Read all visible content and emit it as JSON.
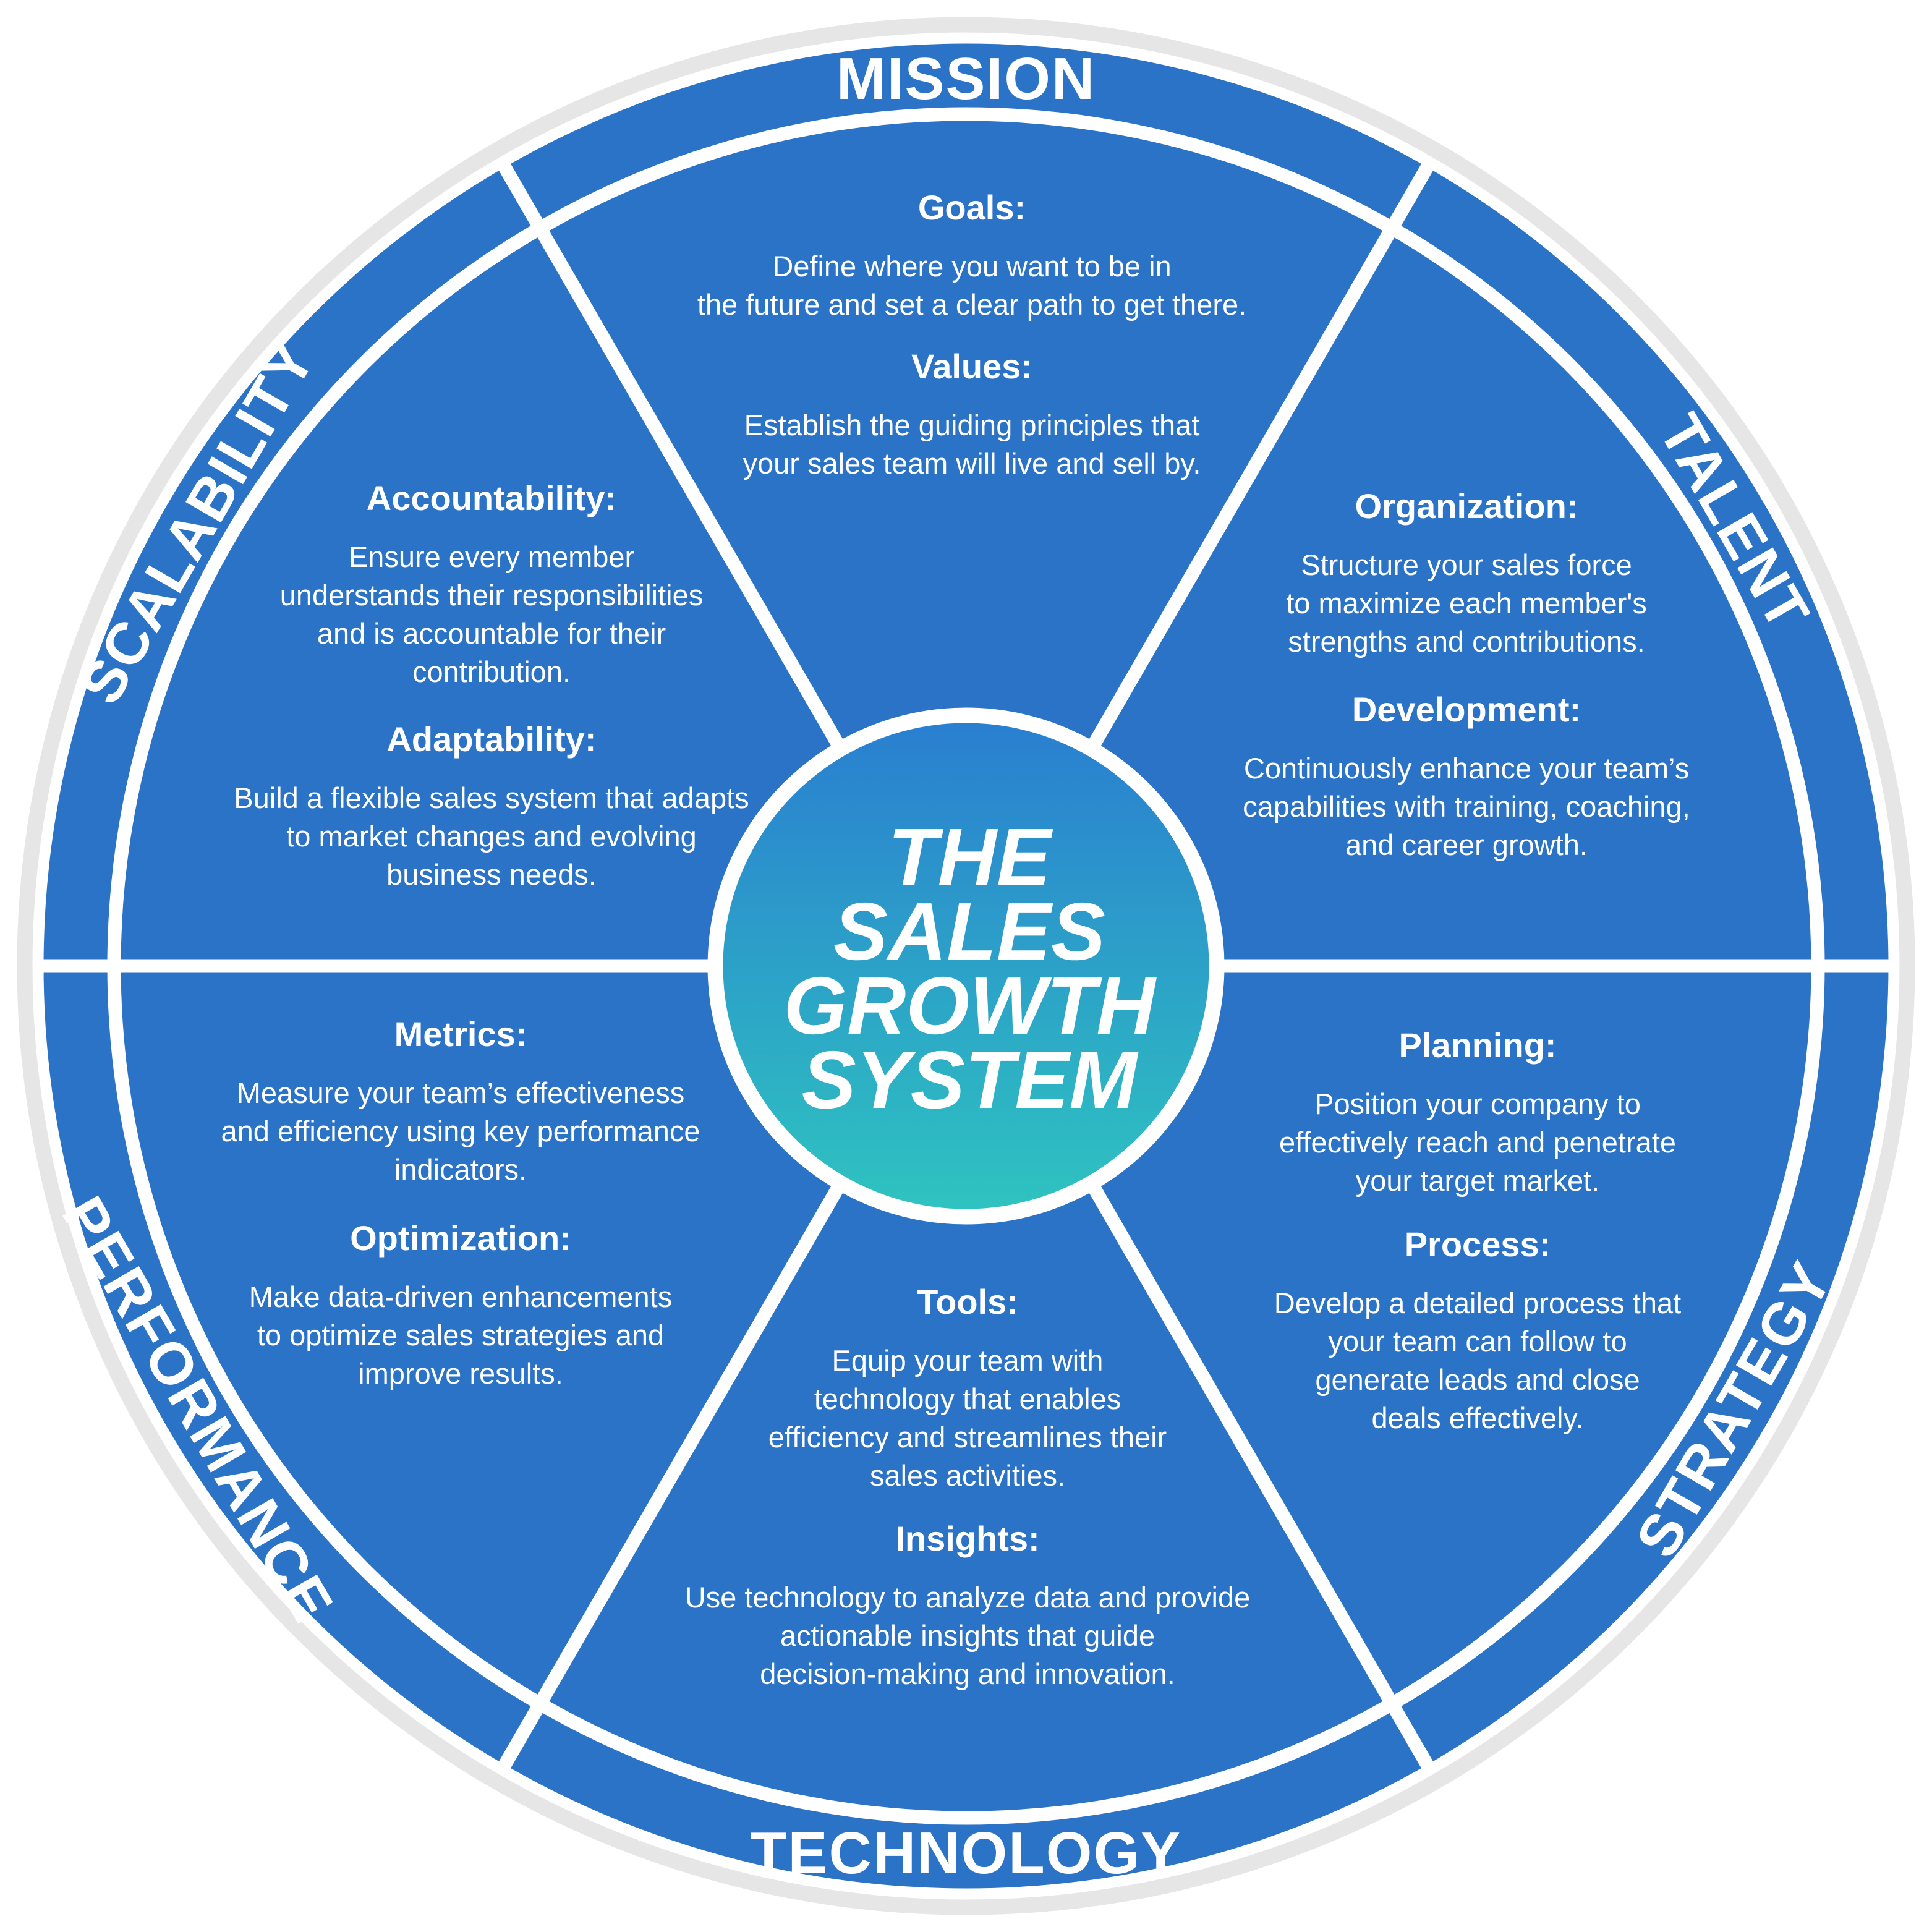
{
  "center": {
    "lines": [
      "THE",
      "SALES",
      "GROWTH",
      "SYSTEM"
    ]
  },
  "ring_labels": [
    "MISSION",
    "TALENT",
    "STRATEGY",
    "TECHNOLOGY",
    "PERFORMANCE",
    "SCALABILITY"
  ],
  "segments": [
    {
      "id": "mission",
      "blocks": [
        {
          "heading": "Goals:",
          "lines": [
            "Define where you want to be in",
            "the future and set a clear path to get there."
          ]
        },
        {
          "heading": "Values:",
          "lines": [
            "Establish the guiding principles that",
            "your sales team will live and sell by."
          ]
        }
      ]
    },
    {
      "id": "talent",
      "blocks": [
        {
          "heading": "Organization:",
          "lines": [
            "Structure your sales force",
            "to maximize each member's",
            "strengths and contributions."
          ]
        },
        {
          "heading": "Development:",
          "lines": [
            "Continuously enhance your team’s",
            "capabilities with training, coaching,",
            "and career growth."
          ]
        }
      ]
    },
    {
      "id": "strategy",
      "blocks": [
        {
          "heading": "Planning:",
          "lines": [
            "Position your company to",
            "effectively reach and penetrate",
            "your target market."
          ]
        },
        {
          "heading": "Process:",
          "lines": [
            "Develop a detailed process that",
            "your team can follow to",
            "generate leads and close",
            "deals effectively."
          ]
        }
      ]
    },
    {
      "id": "technology",
      "blocks": [
        {
          "heading": "Tools:",
          "lines": [
            "Equip your team with",
            "technology that enables",
            "efficiency and streamlines their",
            "sales activities."
          ]
        },
        {
          "heading": "Insights:",
          "lines": [
            "Use technology to analyze data and provide",
            "actionable insights that guide",
            "decision-making and innovation."
          ]
        }
      ]
    },
    {
      "id": "performance",
      "blocks": [
        {
          "heading": "Metrics:",
          "lines": [
            "Measure your team’s effectiveness",
            "and efficiency using key performance",
            "indicators."
          ]
        },
        {
          "heading": "Optimization:",
          "lines": [
            "Make data-driven enhancements",
            "to optimize sales strategies and",
            "improve results."
          ]
        }
      ]
    },
    {
      "id": "scalability",
      "blocks": [
        {
          "heading": "Accountability:",
          "lines": [
            "Ensure every member",
            "understands their responsibilities",
            "and is accountable for their",
            "contribution."
          ]
        },
        {
          "heading": "Adaptability:",
          "lines": [
            "Build a flexible sales system that adapts",
            "to market changes and evolving",
            "business needs."
          ]
        }
      ]
    }
  ],
  "colors": {
    "segment": "#2b73c6",
    "divider": "#ffffff",
    "shadow": "#e6e6e6",
    "center_top": "#2a7fd0",
    "center_bottom": "#2ec3c0",
    "text": "#ffffff"
  }
}
